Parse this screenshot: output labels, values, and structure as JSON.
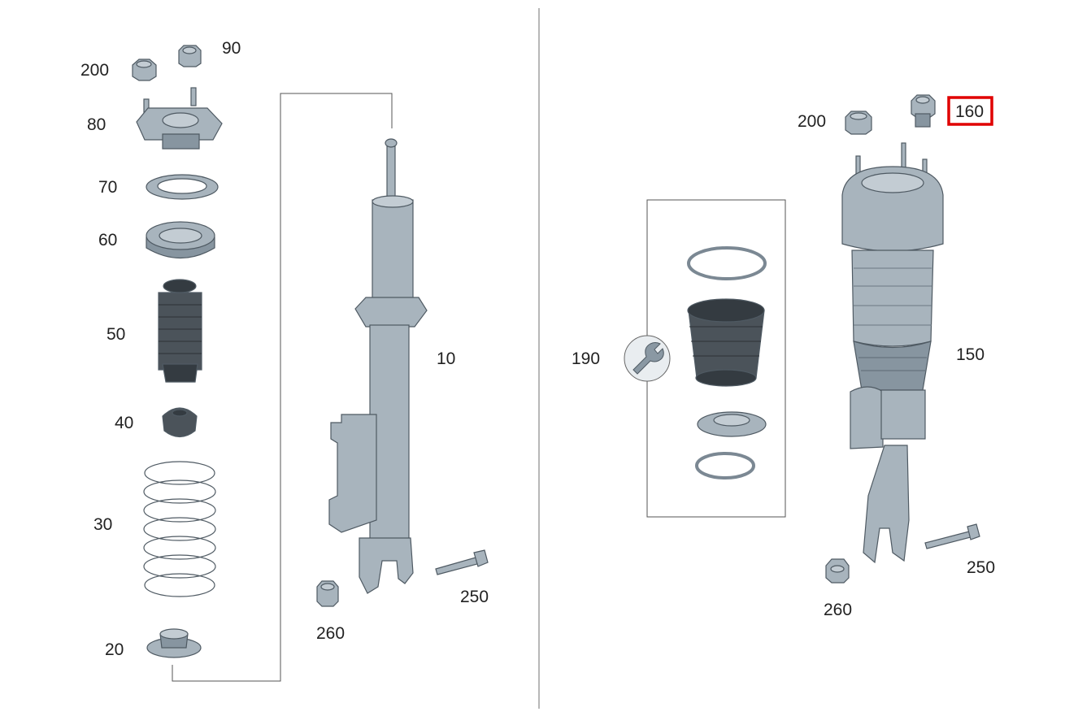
{
  "diagram": {
    "highlight_color": "#e00000",
    "labels": {
      "p200_left": "200",
      "p90": "90",
      "p80": "80",
      "p70": "70",
      "p60": "60",
      "p50": "50",
      "p40": "40",
      "p30": "30",
      "p20": "20",
      "p10": "10",
      "p260_left": "260",
      "p250_left": "250",
      "p200_right": "200",
      "p160": "160",
      "p190": "190",
      "p150": "150",
      "p250_right": "250",
      "p260_right": "260"
    },
    "icons": [
      "wrench-icon"
    ]
  }
}
